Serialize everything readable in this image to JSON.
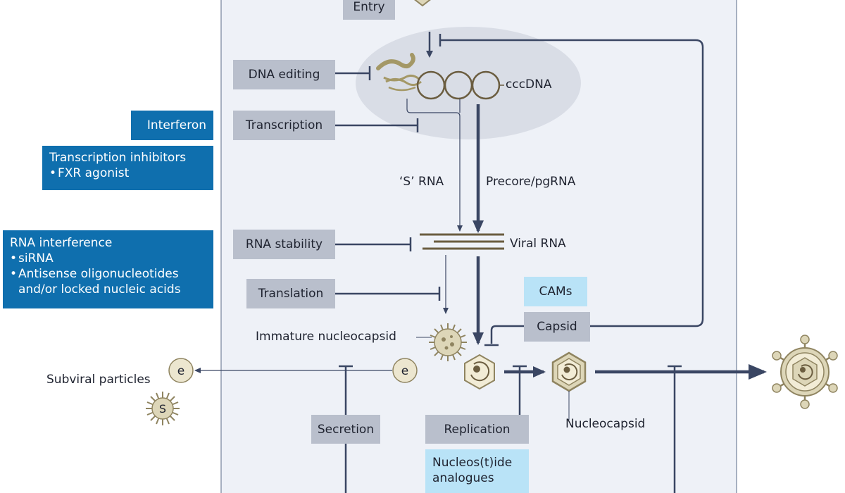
{
  "steps": {
    "entry": "Entry",
    "dna_editing": "DNA editing",
    "transcription": "Transcription",
    "rna_stability": "RNA stability",
    "translation": "Translation",
    "capsid": "Capsid",
    "secretion": "Secretion",
    "replication": "Replication"
  },
  "therapies": {
    "interferon": "Interferon",
    "transcription_inhibitors": {
      "title": "Transcription inhibitors",
      "items": [
        "FXR agonist"
      ]
    },
    "rna_interference": {
      "title": "RNA interference",
      "items": [
        "siRNA",
        "Antisense oligonucleotides and/or locked nucleic acids"
      ]
    },
    "cams": "CAMs",
    "nucleos_t_ide_analogues": "Nucleos(t)ide analogues"
  },
  "labels": {
    "cccdna": "cccDNA",
    "s_rna": "‘S’ RNA",
    "precore_pgrna": "Precore/pgRNA",
    "viral_rna": "Viral RNA",
    "immature_nucleocapsid": "Immature nucleocapsid",
    "subviral_particles": "Subviral particles",
    "nucleocapsid": "Nucleocapsid",
    "e_antigen_symbol": "e",
    "s_symbol": "S"
  },
  "colors": {
    "cell_fill": "#eef1f7",
    "cell_border": "#8d99ae",
    "nucleus_fill": "#d9dde6",
    "arrow": "#3a4663",
    "grey_box": "#b9bfcc",
    "blue_box": "#0f6fae",
    "light_blue_box": "#b9e3f7",
    "rna_line": "#6b5d40",
    "virus_fill": "#ddd6b8",
    "virus_stroke": "#8f8460"
  }
}
